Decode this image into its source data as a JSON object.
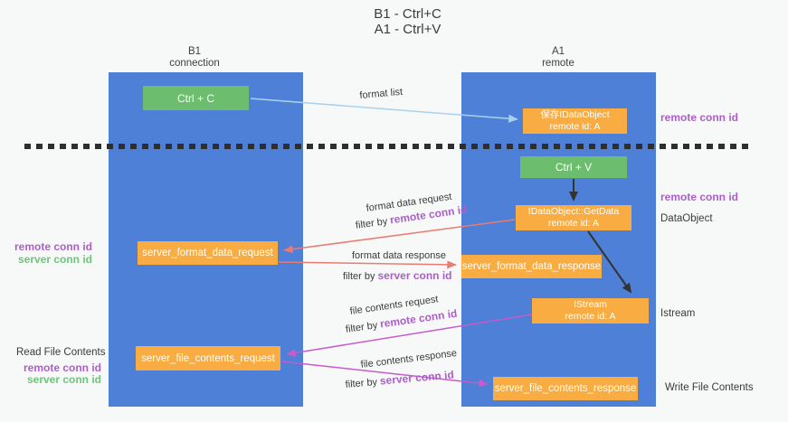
{
  "title": {
    "line1": "B1 - Ctrl+C",
    "line2": "A1 - Ctrl+V"
  },
  "lanes": {
    "left": {
      "header_line1": "B1",
      "header_line2": "connection"
    },
    "right": {
      "header_line1": "A1",
      "header_line2": "remote"
    }
  },
  "nodes": {
    "ctrl_c": "Ctrl + C",
    "ctrl_v": "Ctrl + V",
    "save_dataobject_line1": "保存IDataObject",
    "save_dataobject_line2": "remote id: A",
    "getdata_line1": "IDataObject::GetData",
    "getdata_line2": "remote id: A",
    "istream_line1": "IStream",
    "istream_line2": "remote id: A",
    "format_request": "server_format_data_request",
    "format_response": "server_format_data_response",
    "file_request": "server_file_contents_request",
    "file_response": "server_file_contents_response"
  },
  "edge_labels": {
    "format_list": "format list",
    "format_data_request": "format data request",
    "format_data_response": "format data response",
    "file_contents_request": "file contents request",
    "file_contents_response": "file contents response",
    "filter_by": "filter by",
    "remote_conn_id": "remote conn id",
    "server_conn_id": "server conn id"
  },
  "side_labels": {
    "remote_conn_id": "remote conn id",
    "server_conn_id": "server conn id",
    "dataobject": "DataObject",
    "istream": "Istream",
    "read_file_contents": "Read File Contents",
    "write_file_contents": "Write File Contents"
  },
  "colors": {
    "background": "#f7f8f8",
    "lane_blue": "#4d80d6",
    "node_green": "#6CBE6E",
    "node_orange": "#F8AC41",
    "arrow_light_blue": "#A8D2EE",
    "arrow_salmon": "#E97C72",
    "arrow_magenta": "#C65BC9",
    "arrow_black": "#333333",
    "label_purple": "#AC5FC9",
    "label_green": "#6FC47C",
    "text_dark": "#3a3a3a"
  }
}
